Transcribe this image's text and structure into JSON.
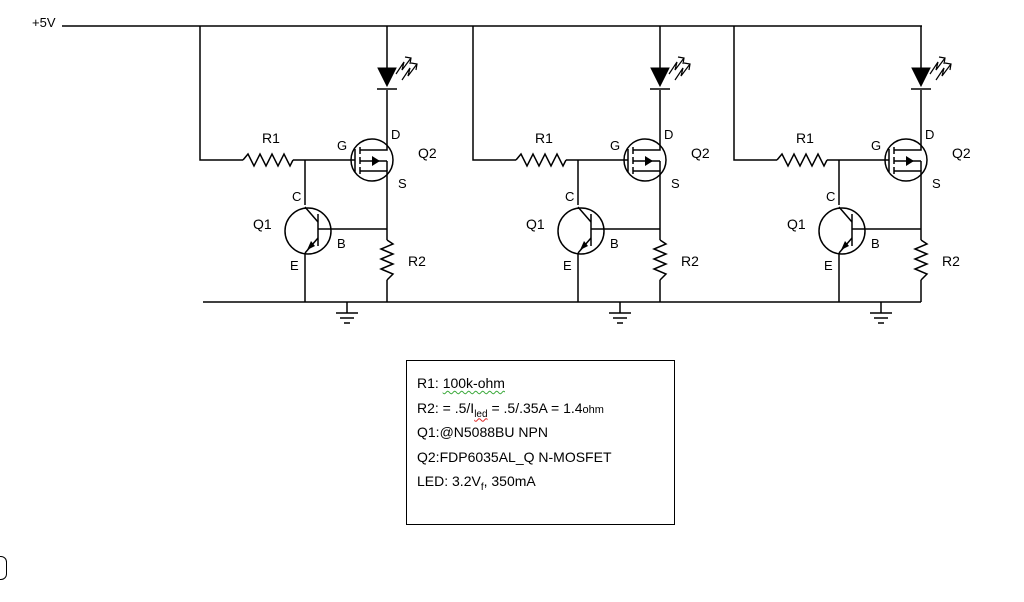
{
  "supply": {
    "label": "+5V"
  },
  "stages": [
    {
      "r1": "R1",
      "r2": "R2",
      "q1": "Q1",
      "q2": "Q2",
      "gate": "G",
      "drain": "D",
      "source": "S",
      "collector": "C",
      "base": "B",
      "emitter": "E"
    },
    {
      "r1": "R1",
      "r2": "R2",
      "q1": "Q1",
      "q2": "Q2",
      "gate": "G",
      "drain": "D",
      "source": "S",
      "collector": "C",
      "base": "B",
      "emitter": "E"
    },
    {
      "r1": "R1",
      "r2": "R2",
      "q1": "Q1",
      "q2": "Q2",
      "gate": "G",
      "drain": "D",
      "source": "S",
      "collector": "C",
      "base": "B",
      "emitter": "E"
    }
  ],
  "notes": {
    "r1": {
      "prefix": "R1: ",
      "value": "100k-ohm"
    },
    "r2": {
      "prefix": "R2: = .5/I",
      "sub": "led",
      "suffix": " = .5/.35A = 1.4",
      "unit": "ohm"
    },
    "q1": "Q1:@N5088BU NPN",
    "q2": "Q2:FDP6035AL_Q N-MOSFET",
    "led": {
      "prefix": "LED: 3.2V",
      "sub": "f",
      "suffix": ", 350mA"
    }
  }
}
